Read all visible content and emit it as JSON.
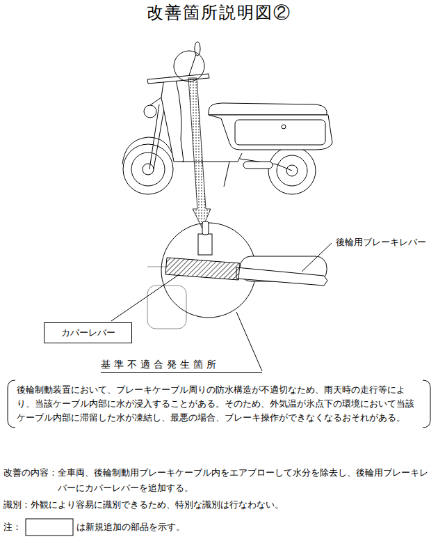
{
  "diagram": {
    "title": "改善箇所説明図②",
    "nodes": [
      {
        "text": [
          "カバーレバー"
        ]
      },
      {
        "text": [
          "基準不適合発生箇所",
          "後輪制動装置において、ブレーキケーブル周りの防水構造が不適切なため、雨天時の走行等により、当該ケーブル内部に水が浸入することがある。そのため、外気温が氷点下の環境において当該ケーブル内部に滞留した水が凍結し、最悪の場合、ブレーキ操作ができなくなるおそれがある。"
        ]
      }
    ],
    "labels": [
      "後輪用ブレーキレバー",
      "改善の内容：全車両、後輪制動用ブレーキケーブル内をエアブローして水分を除去し、後輪用ブレーキレバーにカバーレバーを追加する。",
      "識別：外観により容易に識別できるため、特別な識別は行なわない。",
      "注：",
      "は新規追加の部品を示す。"
    ]
  }
}
